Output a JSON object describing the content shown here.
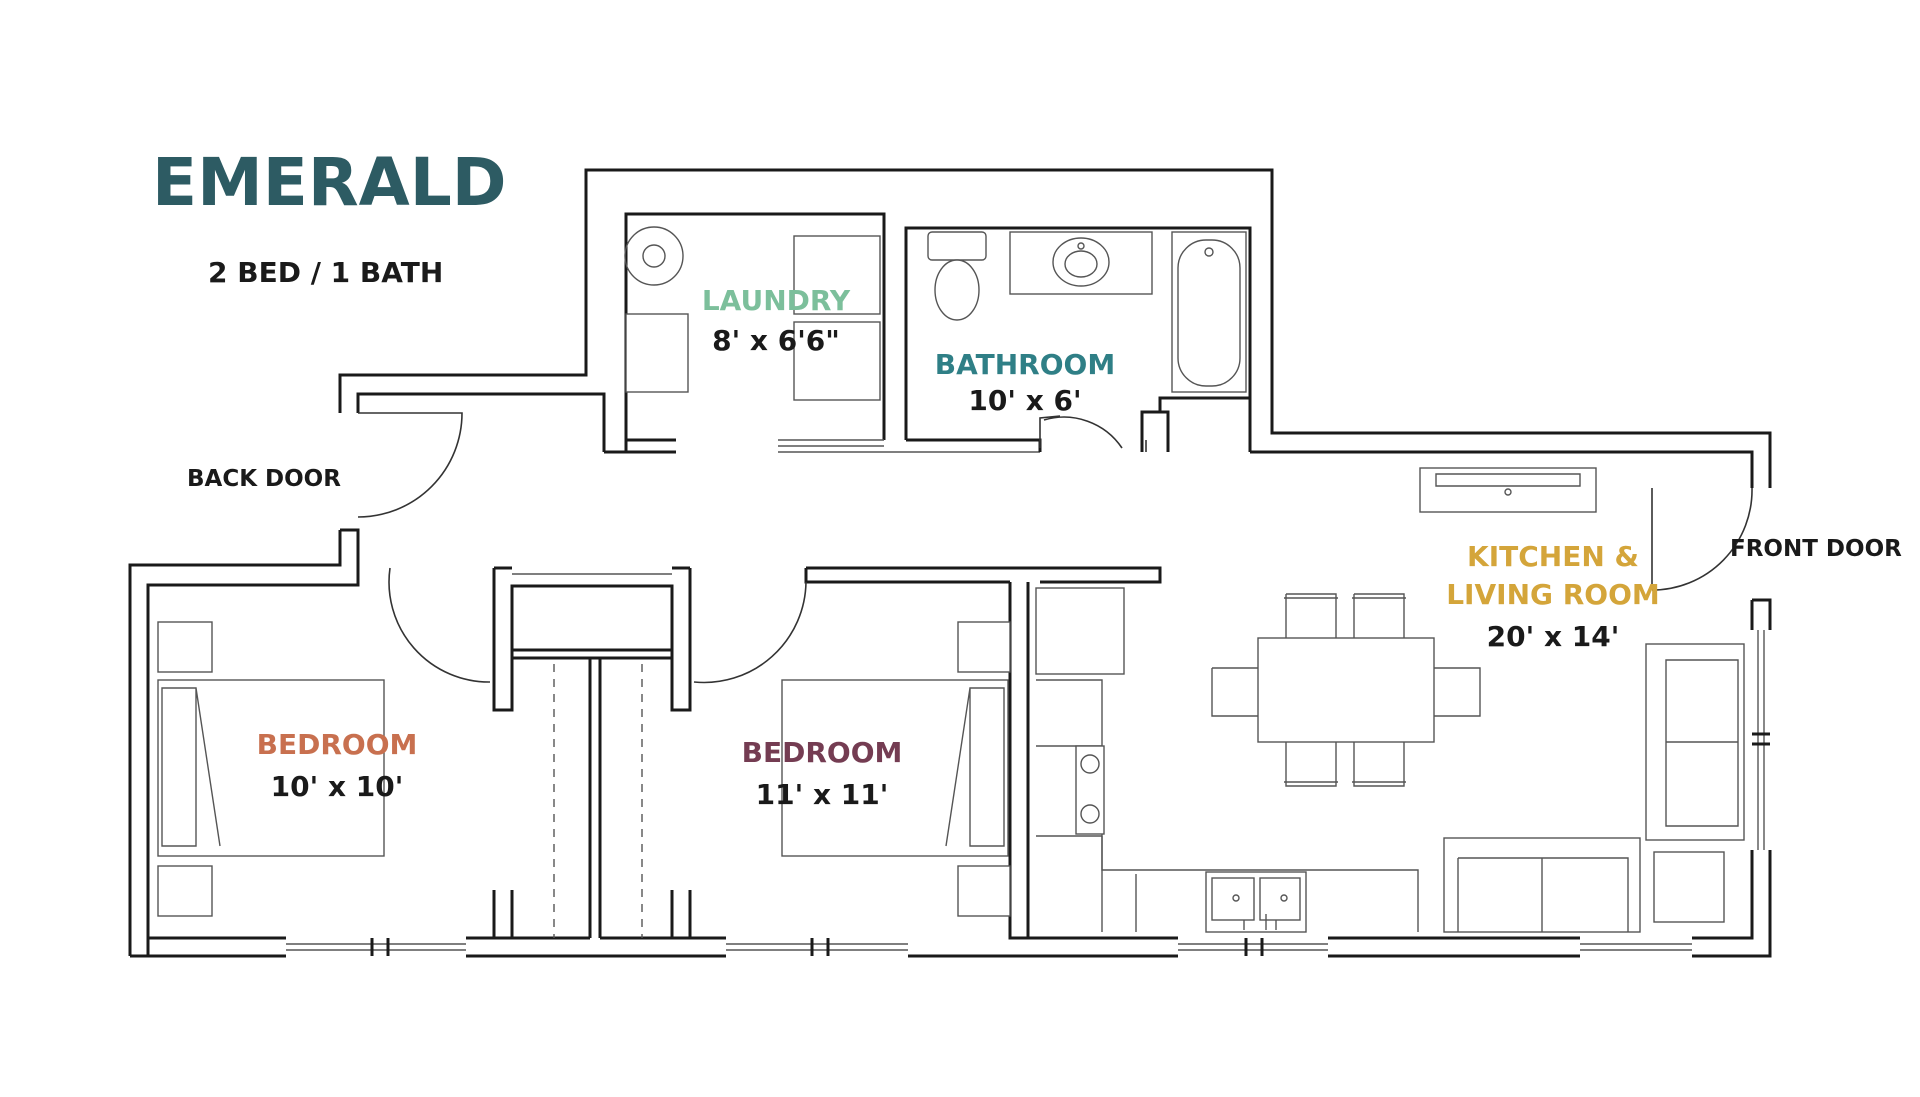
{
  "plan": {
    "name": "EMERALD",
    "layout": "2 BED / 1 BATH",
    "rooms": [
      {
        "name": "LAUNDRY",
        "size": "8' x 6'6\""
      },
      {
        "name": "BATHROOM",
        "size": "10' x 6'"
      },
      {
        "name": "KITCHEN &",
        "name2": "LIVING ROOM",
        "size": "20' x 14'"
      },
      {
        "name": "BEDROOM",
        "size": "10' x 10'"
      },
      {
        "name": "BEDROOM",
        "size": "11' x 11'"
      }
    ],
    "doors": {
      "back": "BACK DOOR",
      "front": "FRONT DOOR"
    }
  },
  "colors": {
    "title": "#2d5b63",
    "laundry": "#7cbf9b",
    "bathroom": "#2f7f86",
    "kitchen": "#d4a53a",
    "bedroom1": "#c8704f",
    "bedroom2": "#743c52",
    "text": "#1a1a1a"
  }
}
